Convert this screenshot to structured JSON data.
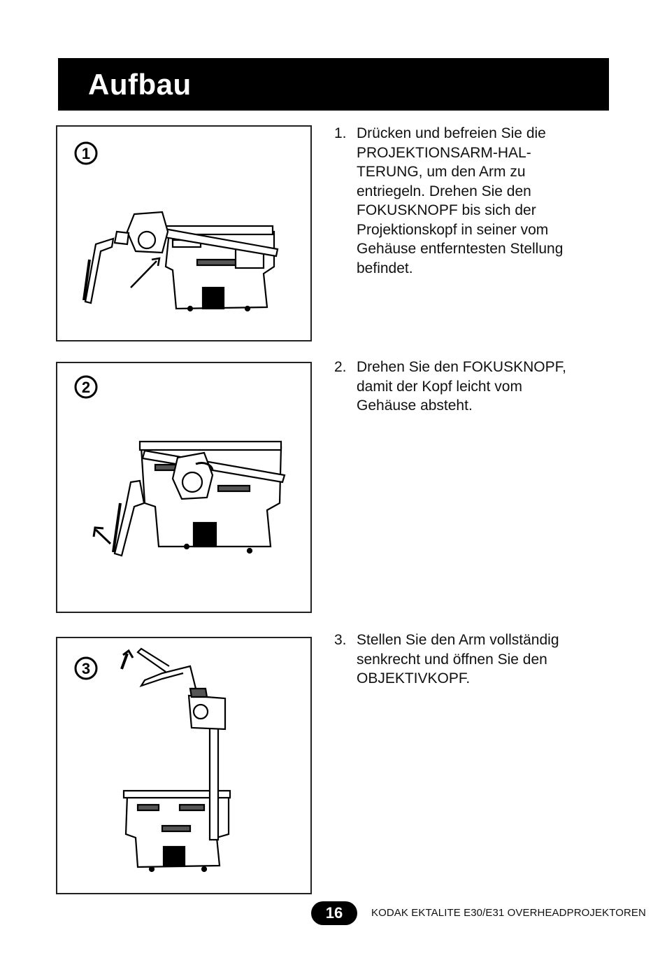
{
  "header": {
    "title": "Aufbau"
  },
  "figures": [
    {
      "badge": "1"
    },
    {
      "badge": "2"
    },
    {
      "badge": "3"
    }
  ],
  "steps": [
    {
      "number": "1.",
      "text": "Drücken und befreien Sie die\nPROJEKTIONSARM-HAL-\nTERUNG, um den Arm zu\nentriegeln. Drehen Sie den\nFOKUSKNOPF bis sich der\nProjektionskopf in seiner vom\nGehäuse entferntesten Stellung\nbefindet."
    },
    {
      "number": "2.",
      "text": "Drehen Sie den FOKUSKNOPF,\ndamit der Kopf leicht vom\nGehäuse absteht."
    },
    {
      "number": "3.",
      "text": "Stellen Sie den Arm vollständig\nsenkrecht und öffnen Sie den\nOBJEKTIVKOPF."
    }
  ],
  "footer": {
    "page_number": "16",
    "document_title": "KODAK EKTALITE E30/E31 OVERHEADPROJEKTOREN"
  }
}
